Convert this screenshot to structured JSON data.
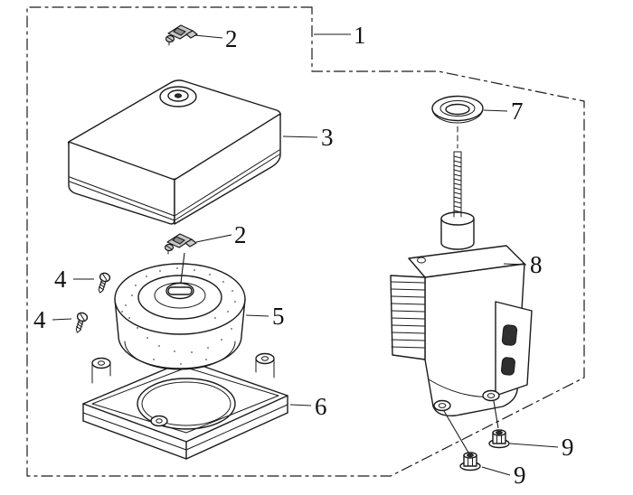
{
  "diagram": {
    "callouts": {
      "c1": "1",
      "c2_top": "2",
      "c2_mid": "2",
      "c3": "3",
      "c4_upper": "4",
      "c4_lower": "4",
      "c5": "5",
      "c6": "6",
      "c7": "7",
      "c8": "8",
      "c9_right": "9",
      "c9_bottom": "9"
    },
    "colors": {
      "line": "#1a1a1a",
      "background": "#ffffff"
    }
  }
}
